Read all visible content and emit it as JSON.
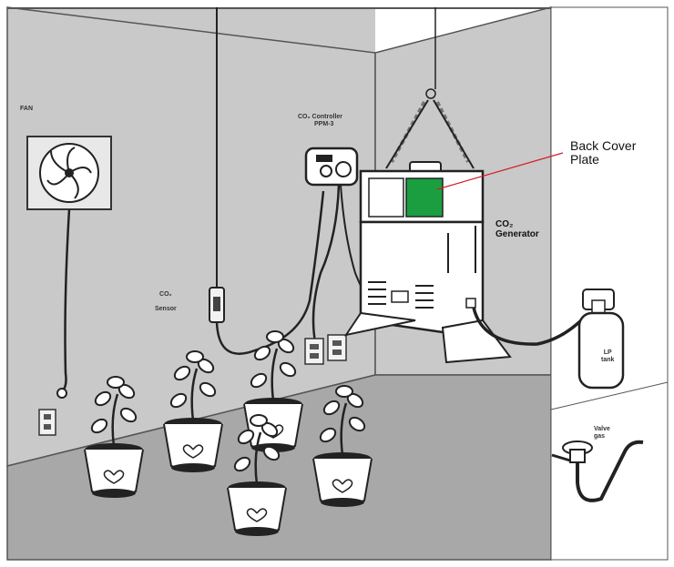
{
  "labels": {
    "fan": "FAN",
    "co2_controller_line1": "CO₂ Controller",
    "co2_controller_line2": "PPM-3",
    "co2_sensor_line1": "CO₂",
    "co2_sensor_line2": "Sensor",
    "back_cover_line1": "Back Cover",
    "back_cover_line2": "Plate",
    "generator_line1": "CO₂",
    "generator_line2": "Generator",
    "lp_tank_line1": "LP",
    "lp_tank_line2": "tank",
    "valve_line1": "Valve",
    "valve_line2": "gas"
  },
  "colors": {
    "wall": "#c9c9c9",
    "floor": "#a6a6a6",
    "panel_outline": "#555555",
    "green_plate": "#1a9e3f",
    "leader_line": "#d21f2a",
    "plant_pot": "#ffffff",
    "ink": "#1a1a1a"
  },
  "icons": [
    "fan-icon",
    "co2-controller-icon",
    "co2-sensor-icon",
    "co2-generator-icon",
    "lp-tank-icon",
    "gas-valve-icon",
    "plant-pot-icon",
    "outlet-icon"
  ]
}
